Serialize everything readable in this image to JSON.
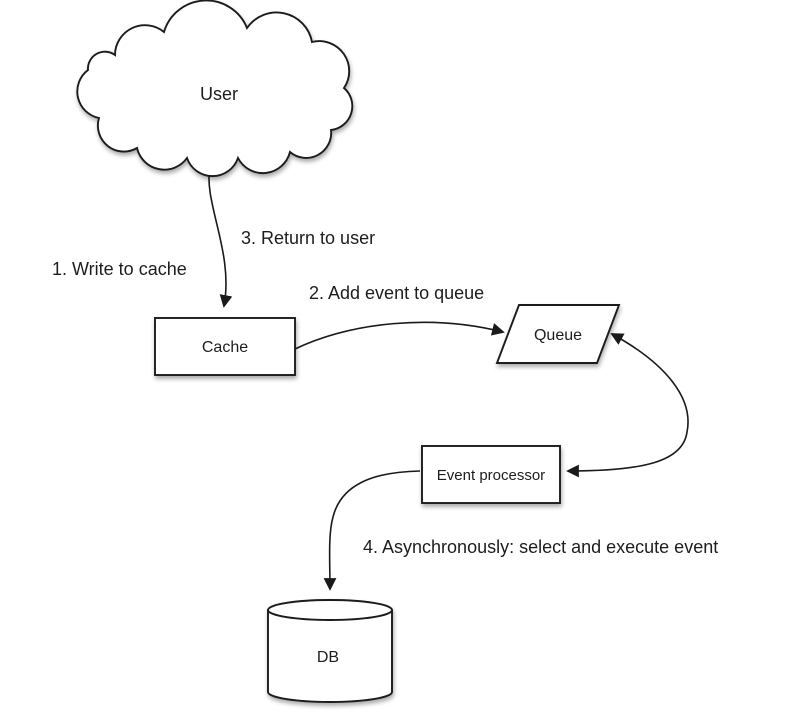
{
  "diagram": {
    "background_color": "#ffffff",
    "stroke_color": "#1a1a1a",
    "label_color": "#1d1d1f",
    "nodes": {
      "user": {
        "label": "User",
        "shape": "cloud"
      },
      "cache": {
        "label": "Cache",
        "shape": "rectangle"
      },
      "queue": {
        "label": "Queue",
        "shape": "parallelogram"
      },
      "event_processor": {
        "label": "Event processor",
        "shape": "rectangle"
      },
      "db": {
        "label": "DB",
        "shape": "cylinder"
      }
    },
    "steps": {
      "step1": "1. Write to cache",
      "step2": "2. Add event to queue",
      "step3": "3. Return to user",
      "step4": "4. Asynchronously: select and execute event"
    }
  }
}
